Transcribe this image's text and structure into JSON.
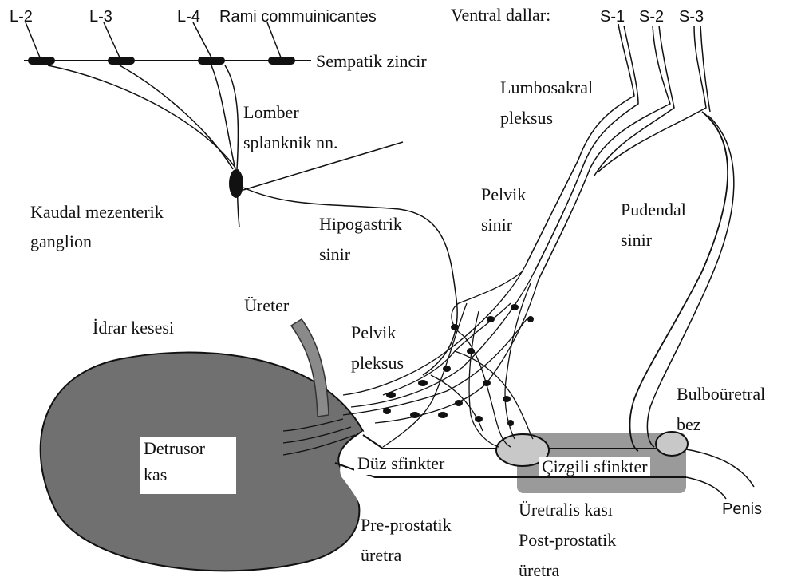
{
  "labels": {
    "l2": "L-2",
    "l3": "L-3",
    "l4": "L-4",
    "rami": "Rami commuinicantes",
    "ventral": "Ventral dallar:",
    "s1": "S-1",
    "s2": "S-2",
    "s3": "S-3",
    "sempatik": "Sempatik zincir",
    "lomber_1": "Lomber",
    "lomber_2": "splanknik nn.",
    "lumbo_1": "Lumbosakral",
    "lumbo_2": "pleksus",
    "kaudal_1": "Kaudal mezenterik",
    "kaudal_2": "ganglion",
    "hipo_1": "Hipogastrik",
    "hipo_2": "sinir",
    "pelvik_sinir_1": "Pelvik",
    "pelvik_sinir_2": "sinir",
    "pudendal_1": "Pudendal",
    "pudendal_2": "sinir",
    "ureter": "Üreter",
    "idrar": "İdrar kesesi",
    "pelvik_pleksus_1": "Pelvik",
    "pelvik_pleksus_2": "pleksus",
    "bulbo_1": "Bulboüretral",
    "bulbo_2": "bez",
    "detrusor_1": "Detrusor",
    "detrusor_2": "kas",
    "duz": "Düz sfinkter",
    "cizgili": "Çizgili sfinkter",
    "penis": "Penis",
    "uretralis": "Üretralis kası",
    "preprostatik_1": "Pre-prostatik",
    "preprostatik_2": "üretra",
    "postprostatik_1": "Post-prostatik",
    "postprostatik_2": "üretra"
  },
  "colors": {
    "bladder": "#707070",
    "sphincter_gray": "#9a9a9a",
    "bulb": "#c8c8c8",
    "nerve": "#111111"
  }
}
